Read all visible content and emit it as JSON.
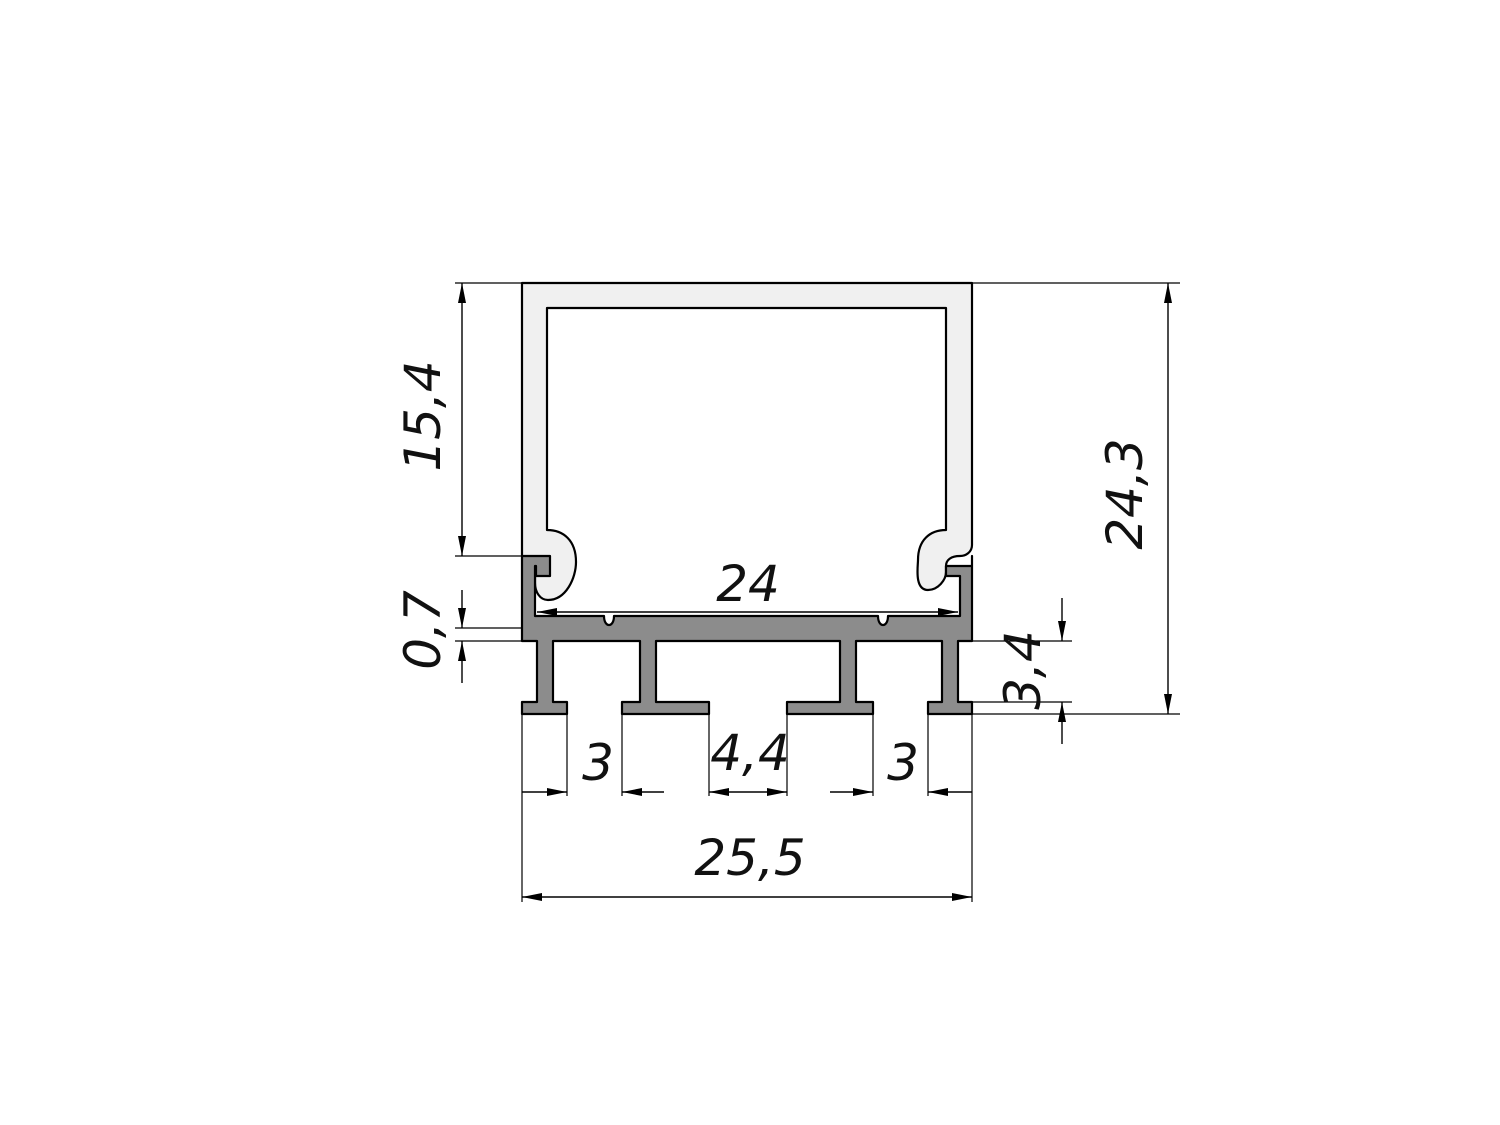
{
  "drawing": {
    "colors": {
      "diffuser_fill": "#f0f0f0",
      "base_fill": "#8c8c8c",
      "line": "#000000",
      "background": "#ffffff"
    },
    "dimensions": {
      "diffuser_height": "15,4",
      "total_height": "24,3",
      "inner_width": "24",
      "base_thickness": "0,7",
      "fin_height": "3,4",
      "left_slot": "3",
      "center_gap": "4,4",
      "right_slot": "3",
      "total_width": "25,5"
    }
  }
}
